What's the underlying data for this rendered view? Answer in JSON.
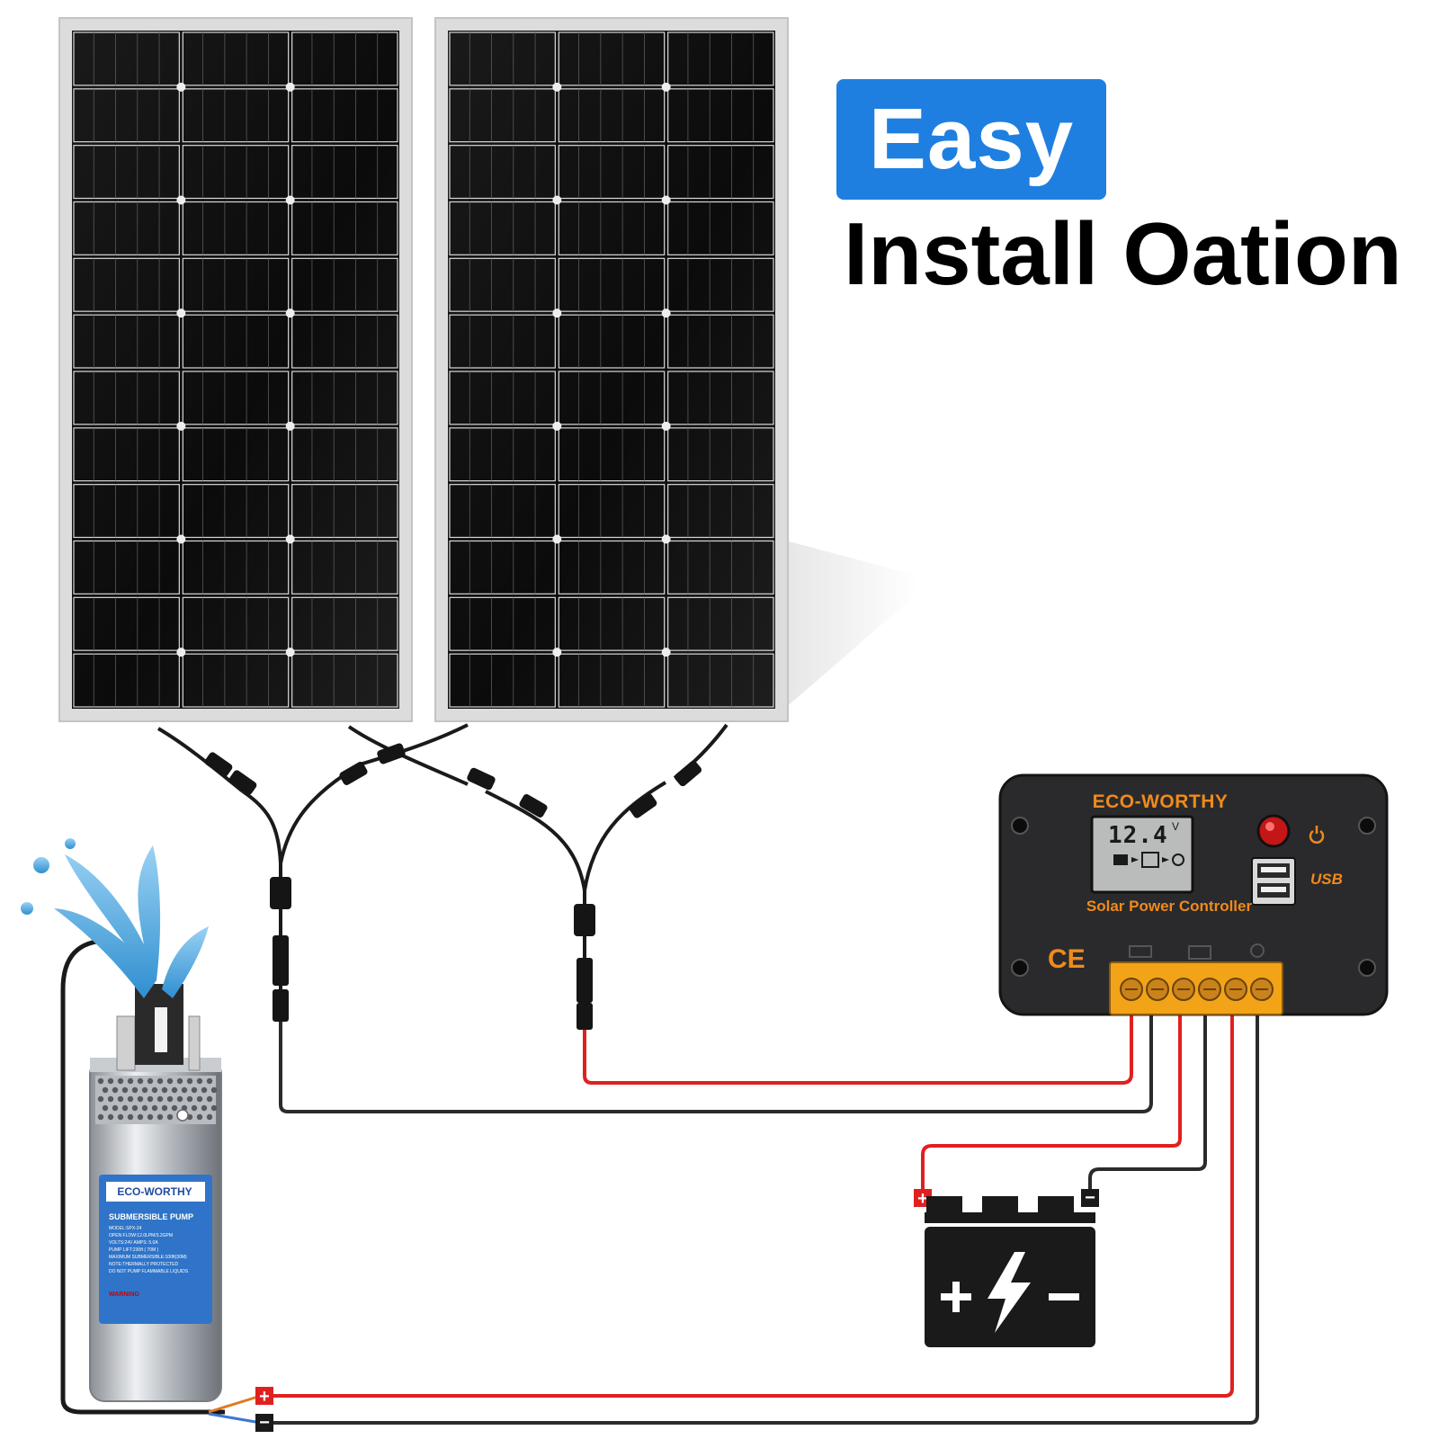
{
  "headline": {
    "badge_text": "Easy",
    "title": "Install Oation",
    "badge_color": "#1f7fe0"
  },
  "controller": {
    "brand": "ECO-WORTHY",
    "name": "Solar Power Controller",
    "display_value": "12.4",
    "display_unit": "V",
    "ce_mark": "CE",
    "usb_label": "USB",
    "accent_color": "#f08a1c",
    "icons": [
      "power-button-icon",
      "power-symbol-icon",
      "usb-port-icon",
      "solar-terminal-icon",
      "battery-terminal-icon",
      "load-terminal-icon"
    ]
  },
  "pump": {
    "brand": "ECO-WORTHY",
    "model": "SUBMERSIBLE PUMP",
    "specs": [
      "MODEL:SPX-24",
      "OPEN FLOW:12.0LPM/3.2GPM",
      "VOLTS:24V   AMPS: 5.0A",
      "PUMP LIFT:230ft ( 70M )",
      "MAXIMUM SUBMERSIBLE:100ft(30M)",
      "NOTE:THERMALLY  PROTECTED",
      "DO NOT PUMP FLAMMABLE LIQUIDS"
    ],
    "warning": "WARNING"
  },
  "battery": {
    "plus_symbol": "+",
    "minus_symbol": "−",
    "icon": "battery-icon"
  },
  "wiring": {
    "positive_color": "#e02020",
    "negative_color": "#1a1a1a",
    "positive_marker": "+",
    "negative_marker": "−"
  }
}
